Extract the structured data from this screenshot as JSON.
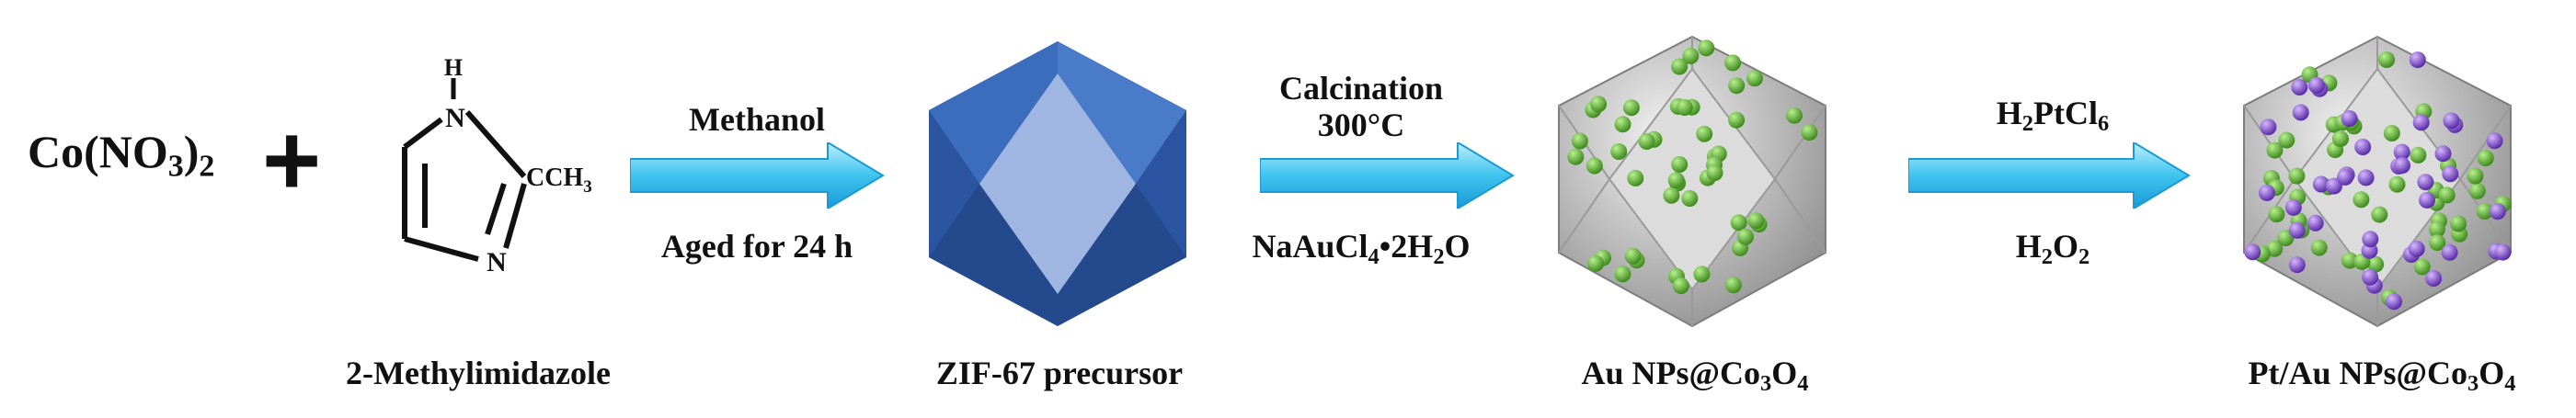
{
  "reactant": {
    "cobalt_nitrate": {
      "main": "Co(NO",
      "sub1": "3",
      "close": ")",
      "sub2": "2"
    },
    "plus": "+",
    "ligand_atoms": {
      "n_top": "N",
      "h": "H",
      "ch3_c": "CCH",
      "ch3_sub": "3",
      "n_bottom": "N"
    },
    "ligand_name": "2-Methylimidazole"
  },
  "step1": {
    "above": "Methanol",
    "below": "Aged for 24 h"
  },
  "product1": {
    "label": "ZIF-67 precursor"
  },
  "step2": {
    "above1": "Calcination",
    "above2": "300°C",
    "below": {
      "main": "NaAuCl",
      "sub": "4",
      "rest": "•2H",
      "sub2": "2",
      "end": "O"
    }
  },
  "product2": {
    "label": {
      "main": "Au NPs@Co",
      "sub1": "3",
      "mid": "O",
      "sub2": "4"
    }
  },
  "step3": {
    "above": {
      "main": "H",
      "sub1": "2",
      "mid": "PtCl",
      "sub2": "6"
    },
    "below": {
      "main": "H",
      "sub1": "2",
      "mid": "O",
      "sub2": "2"
    }
  },
  "product3": {
    "label": {
      "main": "Pt/Au NPs@Co",
      "sub1": "3",
      "mid": "O",
      "sub2": "4"
    }
  },
  "colors": {
    "arrow_light": "#bfefff",
    "arrow_mid": "#3fc4f0",
    "arrow_dark": "#1a9ad6",
    "zif_front": "#9fb6e2",
    "zif_dark": "#2f5fae",
    "zif_mid": "#4a7bc8",
    "oxide_light": "#e6e6e6",
    "oxide_dark": "#8c8c8c",
    "au_green": "#6cc13c",
    "pt_purple": "#8b55d8"
  }
}
